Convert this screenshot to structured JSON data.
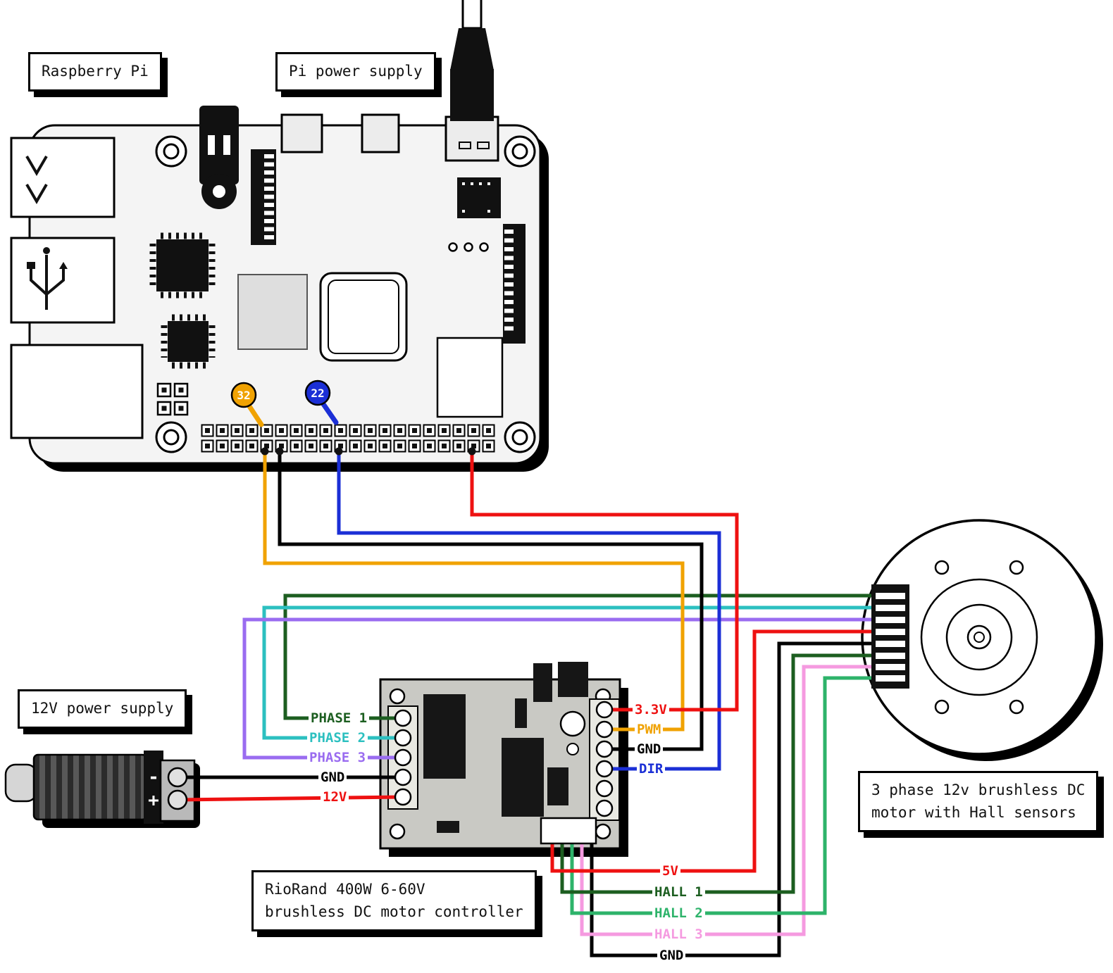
{
  "boxes": {
    "raspberry_pi": "Raspberry Pi",
    "pi_power_supply": "Pi power supply",
    "v12_supply": "12V power supply",
    "controller_line1": "RioRand 400W 6-60V",
    "controller_line2": "brushless DC motor controller",
    "motor_line1": "3 phase 12v brushless DC",
    "motor_line2": "motor with Hall sensors"
  },
  "pin_markers": {
    "pwm_pin": {
      "label": "32",
      "color": "#f0a202"
    },
    "dir_pin": {
      "label": "22",
      "color": "#1b2fd6"
    }
  },
  "jack_terminals": {
    "negative": "-",
    "positive": "+"
  },
  "wire_labels": {
    "phase1": {
      "text": "PHASE 1",
      "color": "#1c5e20"
    },
    "phase2": {
      "text": "PHASE 2",
      "color": "#2cc0c0"
    },
    "phase3": {
      "text": "PHASE 3",
      "color": "#9a6cf0"
    },
    "gnd_left": {
      "text": "GND",
      "color": "#000000"
    },
    "v12": {
      "text": "12V",
      "color": "#ee1111"
    },
    "v33": {
      "text": "3.3V",
      "color": "#ee1111"
    },
    "pwm": {
      "text": "PWM",
      "color": "#f0a202"
    },
    "gnd_right": {
      "text": "GND",
      "color": "#000000"
    },
    "dir": {
      "text": "DIR",
      "color": "#1b2fd6"
    },
    "v5": {
      "text": "5V",
      "color": "#ee1111"
    },
    "hall1": {
      "text": "HALL 1",
      "color": "#1c5e20"
    },
    "hall2": {
      "text": "HALL 2",
      "color": "#2db36a"
    },
    "hall3": {
      "text": "HALL 3",
      "color": "#f59ae0"
    },
    "gnd_bottom": {
      "text": "GND",
      "color": "#000000"
    }
  },
  "wire_colors": {
    "red": "#ee1111",
    "black": "#000000",
    "blue": "#1b2fd6",
    "orange": "#f0a202",
    "dark_green": "#1c5e20",
    "cyan": "#2cc0c0",
    "purple": "#9a6cf0",
    "green": "#2db36a",
    "pink": "#f59ae0"
  }
}
